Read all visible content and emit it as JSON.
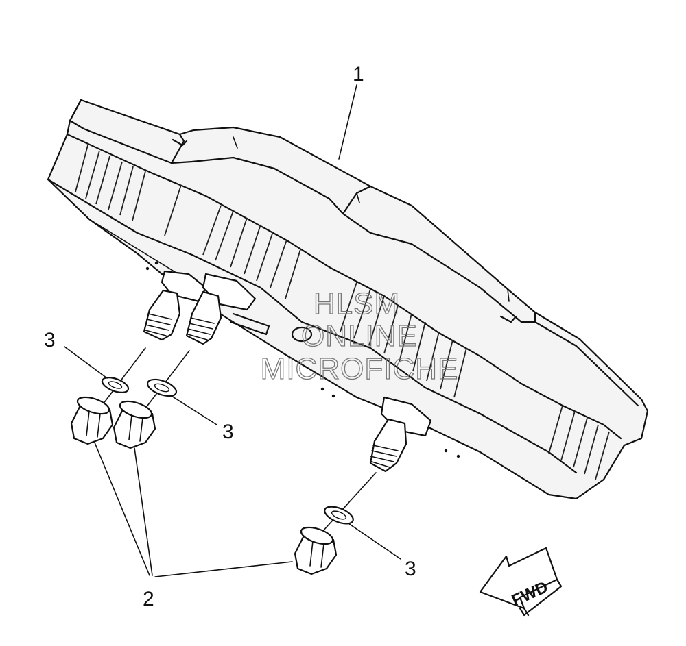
{
  "callouts": {
    "meter_assembly": "1",
    "nut_group": "2",
    "washer_left": "3",
    "washer_middle": "3",
    "washer_right": "3"
  },
  "watermark": {
    "line1": "HLSM",
    "line2": "ONLINE",
    "line3": "MICROFICHE"
  },
  "direction_arrow": {
    "label": "FWD"
  }
}
